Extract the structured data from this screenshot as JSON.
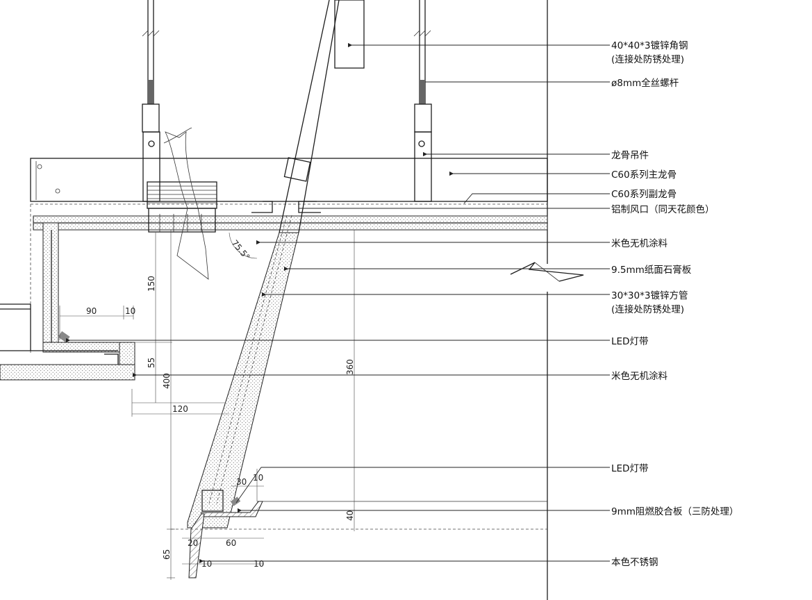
{
  "labels": {
    "angle_steel": "40*40*3镀锌角钢",
    "angle_steel_note": "(连接处防锈处理)",
    "threaded_rod": "ø8mm全丝螺杆",
    "keel_hanger": "龙骨吊件",
    "main_keel": "C60系列主龙骨",
    "sub_keel": "C60系列副龙骨",
    "aluminum_vent": "铝制风口（同天花颜色）",
    "paint_top": "米色无机涂料",
    "gypsum_board": "9.5mm纸面石膏板",
    "square_tube": "30*30*3镀锌方管",
    "square_tube_note": "(连接处防锈处理)",
    "led_strip_upper": "LED灯带",
    "paint_lower": "米色无机涂料",
    "led_strip_lower": "LED灯带",
    "plywood": "9mm阻燃胶合板（三防处理）",
    "stainless": "本色不锈钢"
  },
  "dimensions": {
    "d90": "90",
    "d10a": "10",
    "d150": "150",
    "d55": "55",
    "d400": "400",
    "d120": "120",
    "d360": "360",
    "d30": "30",
    "d10b": "10",
    "d40": "40",
    "d20": "20",
    "d60": "60",
    "d65": "65",
    "d10c": "10",
    "d10d": "10",
    "angle": "75.5°"
  }
}
